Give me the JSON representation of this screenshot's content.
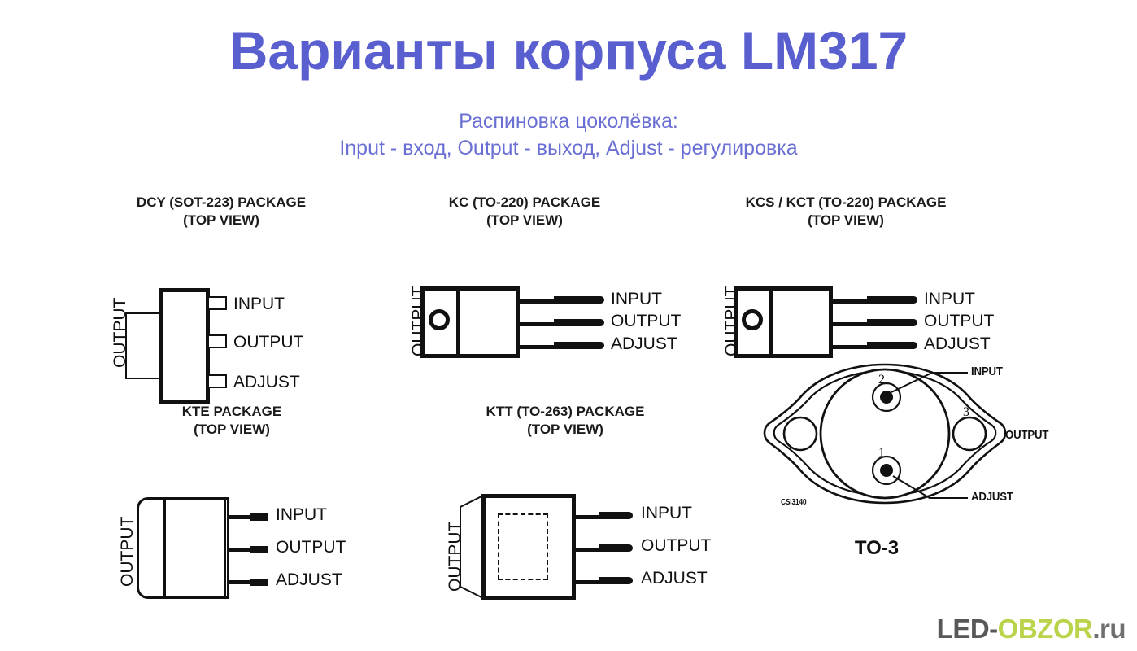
{
  "header": {
    "title": "Варианты корпуса LM317",
    "subtitle_line1": "Распиновка цоколёвка:",
    "subtitle_line2": "Input - вход, Output - выход, Adjust - регулировка",
    "title_color": "#5a5fd0",
    "subtitle_color": "#6a6fd4"
  },
  "pin_names": {
    "input": "INPUT",
    "output": "OUTPUT",
    "adjust": "ADJUST"
  },
  "packages": [
    {
      "id": "dcy",
      "title": "DCY (SOT-223) PACKAGE\n(TOP VIEW)",
      "tab_label": "OUTPUT",
      "pins": [
        "INPUT",
        "OUTPUT",
        "ADJUST"
      ]
    },
    {
      "id": "kc",
      "title": "KC (TO-220) PACKAGE\n(TOP VIEW)",
      "tab_label": "OUTPUT",
      "pins": [
        "INPUT",
        "OUTPUT",
        "ADJUST"
      ]
    },
    {
      "id": "kcs-kct",
      "title": "KCS / KCT (TO-220) PACKAGE\n(TOP VIEW)",
      "tab_label": "OUTPUT",
      "pins": [
        "INPUT",
        "OUTPUT",
        "ADJUST"
      ]
    },
    {
      "id": "kte",
      "title": "KTE PACKAGE\n(TOP VIEW)",
      "tab_label": "OUTPUT",
      "pins": [
        "INPUT",
        "OUTPUT",
        "ADJUST"
      ]
    },
    {
      "id": "ktt",
      "title": "KTT (TO-263) PACKAGE\n(TOP VIEW)",
      "tab_label": "OUTPUT",
      "pins": [
        "INPUT",
        "OUTPUT",
        "ADJUST"
      ]
    }
  ],
  "to3": {
    "caption": "TO-3",
    "drawing_code": "CSI3140",
    "pin_numbers": [
      "1",
      "2",
      "3"
    ],
    "label_input": "INPUT",
    "label_adjust": "ADJUST",
    "label_output": "OUTPUT"
  },
  "watermark": {
    "part_a": "LED-",
    "part_b": "OBZOR",
    "part_c": ".ru",
    "color_a": "#585858",
    "color_b": "#b9d44a",
    "color_c": "#6f6f6f"
  }
}
